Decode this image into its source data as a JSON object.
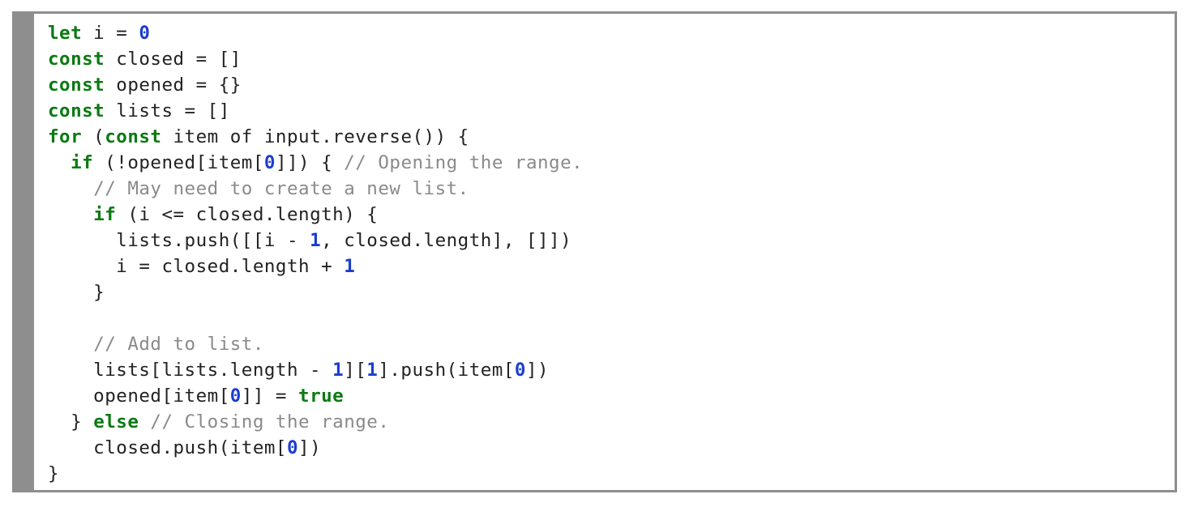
{
  "code": {
    "lines": [
      [
        [
          "kw",
          "let"
        ],
        [
          "pl",
          " i = "
        ],
        [
          "num",
          "0"
        ]
      ],
      [
        [
          "kw",
          "const"
        ],
        [
          "pl",
          " closed = []"
        ]
      ],
      [
        [
          "kw",
          "const"
        ],
        [
          "pl",
          " opened = {}"
        ]
      ],
      [
        [
          "kw",
          "const"
        ],
        [
          "pl",
          " lists = []"
        ]
      ],
      [
        [
          "kw",
          "for"
        ],
        [
          "pl",
          " ("
        ],
        [
          "kw",
          "const"
        ],
        [
          "pl",
          " item of input.reverse()) {"
        ]
      ],
      [
        [
          "pl",
          "  "
        ],
        [
          "kw",
          "if"
        ],
        [
          "pl",
          " (!opened[item["
        ],
        [
          "num",
          "0"
        ],
        [
          "pl",
          "]]) { "
        ],
        [
          "cm",
          "// Opening the range."
        ]
      ],
      [
        [
          "pl",
          "    "
        ],
        [
          "cm",
          "// May need to create a new list."
        ]
      ],
      [
        [
          "pl",
          "    "
        ],
        [
          "kw",
          "if"
        ],
        [
          "pl",
          " (i <= closed.length) {"
        ]
      ],
      [
        [
          "pl",
          "      lists.push([[i - "
        ],
        [
          "num",
          "1"
        ],
        [
          "pl",
          ", closed.length], []])"
        ]
      ],
      [
        [
          "pl",
          "      i = closed.length + "
        ],
        [
          "num",
          "1"
        ]
      ],
      [
        [
          "pl",
          "    }"
        ]
      ],
      [],
      [
        [
          "pl",
          "    "
        ],
        [
          "cm",
          "// Add to list."
        ]
      ],
      [
        [
          "pl",
          "    lists[lists.length - "
        ],
        [
          "num",
          "1"
        ],
        [
          "pl",
          "]["
        ],
        [
          "num",
          "1"
        ],
        [
          "pl",
          "].push(item["
        ],
        [
          "num",
          "0"
        ],
        [
          "pl",
          "])"
        ]
      ],
      [
        [
          "pl",
          "    opened[item["
        ],
        [
          "num",
          "0"
        ],
        [
          "pl",
          "]] = "
        ],
        [
          "kw",
          "true"
        ]
      ],
      [
        [
          "pl",
          "  } "
        ],
        [
          "kw",
          "else"
        ],
        [
          "pl",
          " "
        ],
        [
          "cm",
          "// Closing the range."
        ]
      ],
      [
        [
          "pl",
          "    closed.push(item["
        ],
        [
          "num",
          "0"
        ],
        [
          "pl",
          "])"
        ]
      ],
      [
        [
          "pl",
          "}"
        ]
      ]
    ]
  }
}
